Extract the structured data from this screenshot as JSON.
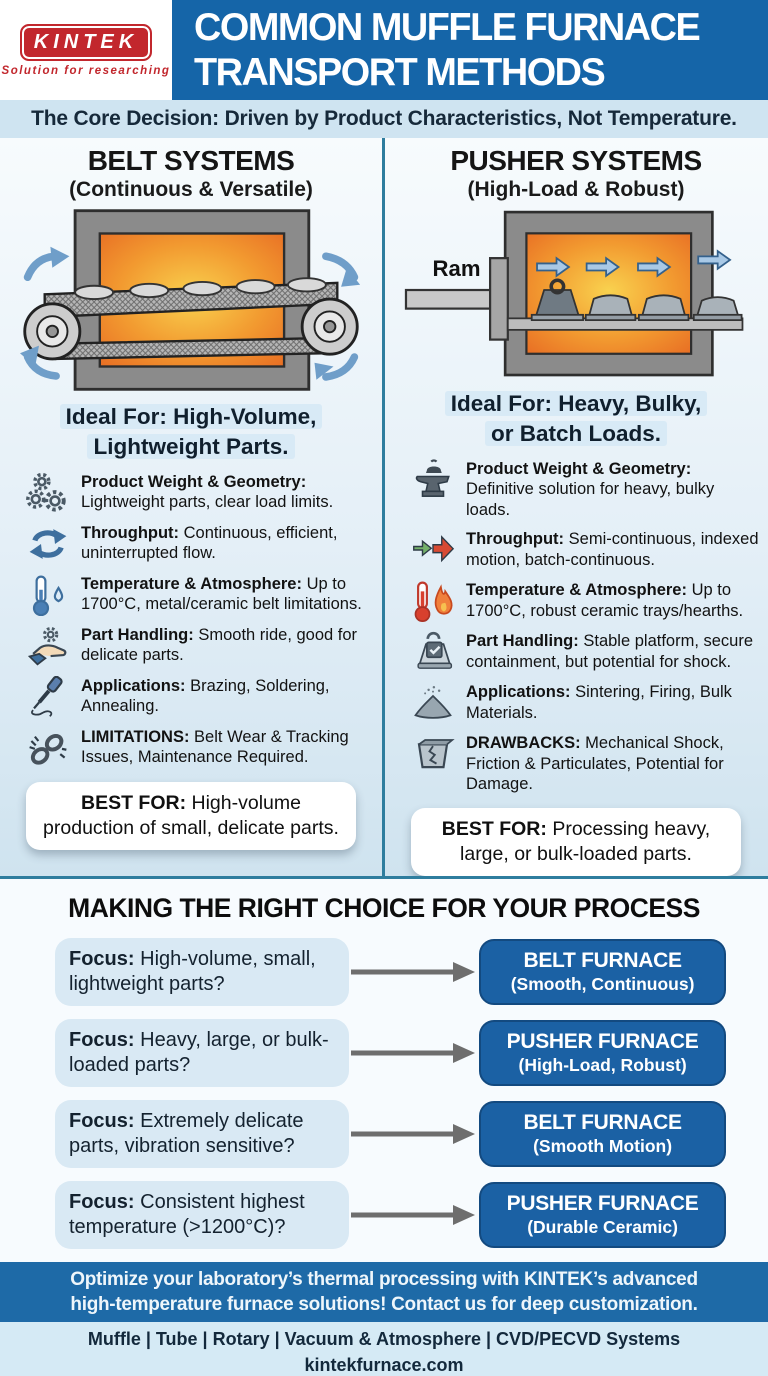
{
  "header": {
    "logo_name": "KINTEK",
    "logo_tagline": "Solution for researching",
    "title_line1": "COMMON MUFFLE FURNACE",
    "title_line2": "TRANSPORT METHODS"
  },
  "core_decision": "The Core Decision: Driven by Product Characteristics, Not Temperature.",
  "columns": [
    {
      "title": "BELT SYSTEMS",
      "subtitle": "(Continuous & Versatile)",
      "ideal_line1": "Ideal For: High-Volume,",
      "ideal_line2": "Lightweight Parts.",
      "features": [
        {
          "icon": "gears-icon",
          "label": "Product Weight & Geometry:",
          "text": "Lightweight parts, clear load limits."
        },
        {
          "icon": "cycle-arrows-icon",
          "label": "Throughput:",
          "text": "Continuous, efficient, uninterrupted flow."
        },
        {
          "icon": "thermometer-droplet-icon",
          "label": "Temperature & Atmosphere:",
          "text": "Up to 1700°C, metal/ceramic belt limitations."
        },
        {
          "icon": "hand-gear-icon",
          "label": "Part Handling:",
          "text": "Smooth ride, good for delicate parts."
        },
        {
          "icon": "soldering-iron-icon",
          "label": "Applications:",
          "text": "Brazing, Soldering, Annealing."
        },
        {
          "icon": "broken-chain-icon",
          "label": "LIMITATIONS:",
          "text": "Belt Wear & Tracking Issues, Maintenance Required."
        }
      ],
      "best_for_label": "BEST FOR:",
      "best_for_text": "High-volume production of small, delicate parts."
    },
    {
      "title": "PUSHER SYSTEMS",
      "subtitle": "(High-Load & Robust)",
      "ram_label": "Ram",
      "ideal_line1": "Ideal For: Heavy, Bulky,",
      "ideal_line2": "or Batch Loads.",
      "features": [
        {
          "icon": "anvil-weight-icon",
          "label": "Product Weight & Geometry:",
          "text": "Definitive solution for heavy, bulky loads."
        },
        {
          "icon": "indexed-arrows-icon",
          "label": "Throughput:",
          "text": "Semi-continuous, indexed motion, batch-continuous."
        },
        {
          "icon": "thermometer-flame-icon",
          "label": "Temperature & Atmosphere:",
          "text": "Up to 1700°C, robust ceramic trays/hearths."
        },
        {
          "icon": "secure-tray-icon",
          "label": "Part Handling:",
          "text": "Stable platform, secure containment, but potential for shock."
        },
        {
          "icon": "powder-pile-icon",
          "label": "Applications:",
          "text": "Sintering, Firing, Bulk Materials."
        },
        {
          "icon": "cracked-tray-icon",
          "label": "DRAWBACKS:",
          "text": "Mechanical Shock, Friction & Particulates, Potential for Damage."
        }
      ],
      "best_for_label": "BEST FOR:",
      "best_for_text": "Processing heavy, large, or bulk-loaded parts."
    }
  ],
  "choice": {
    "title": "MAKING THE RIGHT CHOICE FOR YOUR PROCESS",
    "rows": [
      {
        "focus_label": "Focus:",
        "focus_text": "High-volume, small, lightweight parts?",
        "result_title": "BELT FURNACE",
        "result_subtitle": "(Smooth, Continuous)"
      },
      {
        "focus_label": "Focus:",
        "focus_text": "Heavy, large, or bulk-loaded parts?",
        "result_title": "PUSHER FURNACE",
        "result_subtitle": "(High-Load, Robust)"
      },
      {
        "focus_label": "Focus:",
        "focus_text": "Extremely delicate parts, vibration sensitive?",
        "result_title": "BELT FURNACE",
        "result_subtitle": "(Smooth Motion)"
      },
      {
        "focus_label": "Focus:",
        "focus_text": "Consistent highest temperature (>1200°C)?",
        "result_title": "PUSHER FURNACE",
        "result_subtitle": "(Durable Ceramic)"
      }
    ]
  },
  "footer": {
    "cta_line1": "Optimize your laboratory’s thermal processing with KINTEK’s advanced",
    "cta_line2": "high-temperature furnace solutions! Contact us for deep customization.",
    "products": "Muffle | Tube | Rotary | Vacuum & Atmosphere | CVD/PECVD Systems",
    "website": "kintekfurnace.com"
  },
  "colors": {
    "header_blue": "#1565a8",
    "button_blue": "#1b61a4",
    "footer_blue": "#1e6aa7",
    "strip_light_blue": "#cfe4f1",
    "focus_box_blue": "#d9e9f4",
    "divider_teal": "#2e7d9e",
    "brand_red": "#c2272d",
    "furnace_heat_orange": "#ee7e2e"
  }
}
